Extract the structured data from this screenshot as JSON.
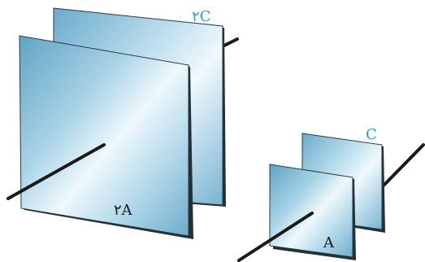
{
  "labels": {
    "large_back": "۲C",
    "large_front": "۲A",
    "small_back": "C",
    "small_front": "A"
  },
  "colors": {
    "wire": "#1a1a1a",
    "plate_light": "#e8f4fa",
    "plate_mid": "#b9dcec",
    "plate_dark": "#7fb9d4",
    "plate_edge": "#1e2a30",
    "label_dark": "#1a1a1a",
    "label_cyan": "#1aa6e0"
  }
}
